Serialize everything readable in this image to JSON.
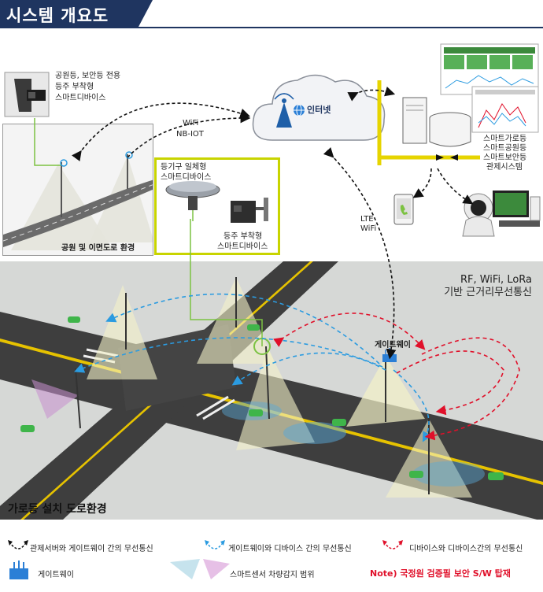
{
  "title": "시스템 개요도",
  "labels": {
    "park_device_line1": "공원등, 보안등 전용",
    "park_device_line2": "등주 부착형",
    "park_device_line3": "스마트디바이스",
    "wifi": "WiFi",
    "nbiot": "NB-IOT",
    "internet": "인터넷",
    "integrated_line1": "등기구 일체형",
    "integrated_line2": "스마트디바이스",
    "pole_line1": "등주 부착형",
    "pole_line2": "스마트디바이스",
    "park_env": "공원 및 이면도로 환경",
    "control_line1": "스마트가로등",
    "control_line2": "스마트공원등",
    "control_line3": "스마트보안등",
    "control_line4": "관제시스템",
    "lte": "LTE",
    "wifi2": "WiFi",
    "rf_line1": "RF, WiFi, LoRa",
    "rf_line2": "기반 근거리무선통신",
    "gateway": "게이트웨이",
    "road_env": "가로등 설치 도로환경"
  },
  "legend": {
    "black_arrow": "관제서버와 게이트웨이 간의 무선통신",
    "blue_arrow": "게이트웨이와 디바이스 간의 무선통신",
    "red_arrow": "디바이스와 디바이스간의 무선통신",
    "gateway_icon": "게이트웨이",
    "sensor_range": "스마트센서 차량감지 범위",
    "note": "Note) 국정원 검증필 보안 S/W 탑재"
  },
  "colors": {
    "title_bg": "#1f3560",
    "highlight_box": "#c8d400",
    "blue_link": "#2b9be0",
    "red_link": "#e0102a",
    "note": "#e0102a"
  }
}
